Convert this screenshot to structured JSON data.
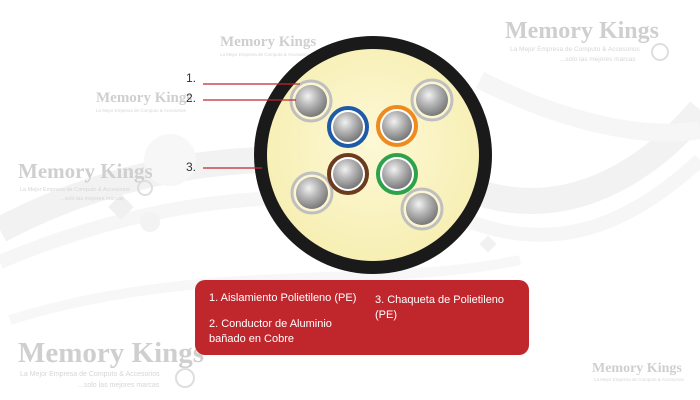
{
  "watermark": {
    "brand": "Memory Kings",
    "tagline_1": "La Mejor Empresa de Computo & Accesorios",
    "tagline_2": "...solo las mejores marcas"
  },
  "callouts": [
    {
      "label": "1."
    },
    {
      "label": "2."
    },
    {
      "label": "3."
    }
  ],
  "legend": {
    "item_1": "1. Aislamiento Polietileno (PE)",
    "item_2": "2. Conductor de Aluminio bañado en Cobre",
    "item_3": "3. Chaqueta de Polietileno (PE)"
  },
  "colors": {
    "jacket": "#1a1a1a",
    "core_fill": "#fbf5c5",
    "accent_red": "#c0272d",
    "pair_blue": "#1f5aa8",
    "pair_orange": "#ef8a1f",
    "pair_brown": "#6b3a1f",
    "pair_green": "#2ea24a",
    "conductor_gray": "#a9a9a9"
  },
  "conductors": [
    {
      "name": "filler",
      "color": "none"
    },
    {
      "name": "filler",
      "color": "none"
    },
    {
      "name": "blue",
      "color": "pair_blue"
    },
    {
      "name": "orange",
      "color": "pair_orange"
    },
    {
      "name": "brown",
      "color": "pair_brown"
    },
    {
      "name": "green",
      "color": "pair_green"
    },
    {
      "name": "filler",
      "color": "none"
    },
    {
      "name": "filler",
      "color": "none"
    }
  ]
}
